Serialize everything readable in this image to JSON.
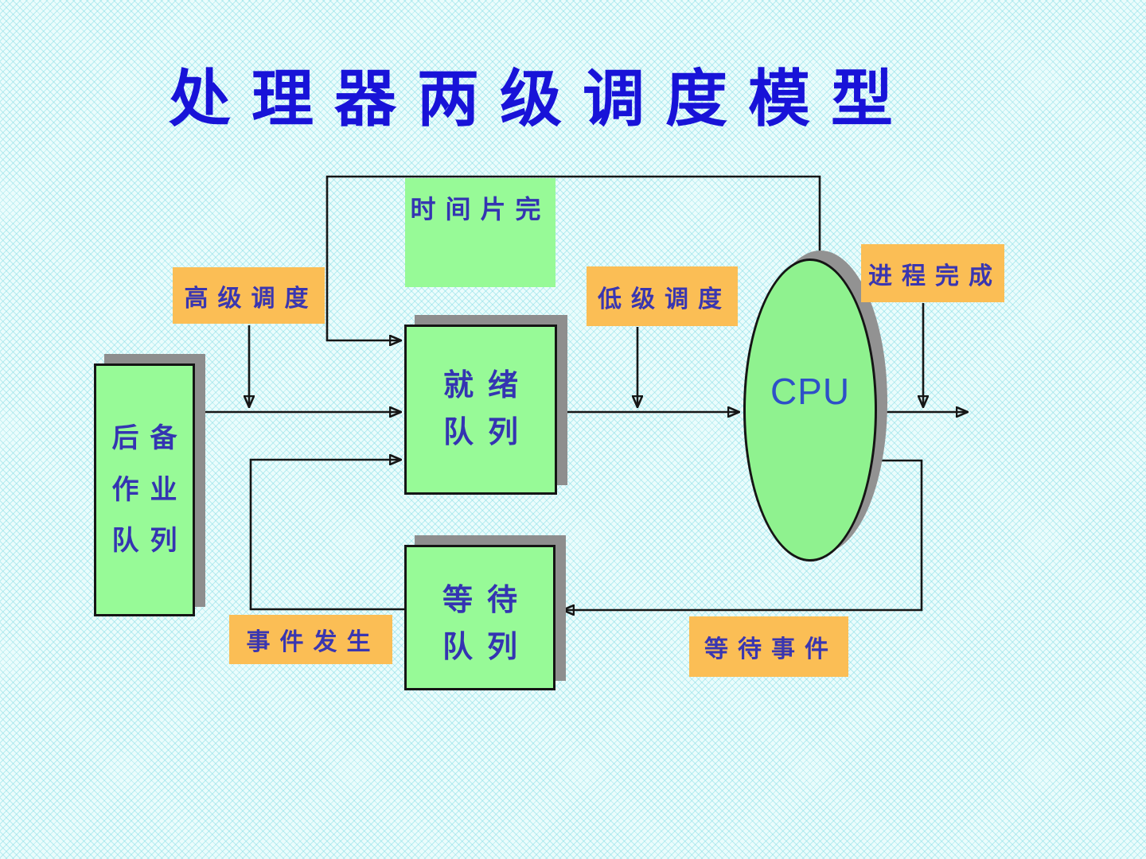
{
  "title": "处理器两级调度模型",
  "nodes": {
    "backup_queue": {
      "lines": [
        "后备",
        "作业",
        "队列"
      ]
    },
    "ready_queue": {
      "lines": [
        "就绪",
        "队列"
      ]
    },
    "wait_queue": {
      "lines": [
        "等待",
        "队列"
      ]
    },
    "timeslice_note": {
      "label": "时间片完"
    },
    "cpu": {
      "label": "CPU"
    }
  },
  "labels": {
    "high_level_scheduling": "高级调度",
    "low_level_scheduling": "低级调度",
    "process_complete": "进程完成",
    "event_occurs": "事件发生",
    "wait_for_event": "等待事件"
  },
  "edges": [
    {
      "name": "job-to-ready",
      "from": "backup_queue",
      "to": "ready_queue"
    },
    {
      "name": "high-level-pointer",
      "from": "high_level_scheduling",
      "to": "job-to-ready-line"
    },
    {
      "name": "timeslice-loop",
      "from": "cpu",
      "to": "ready_queue"
    },
    {
      "name": "event-loop",
      "from": "wait_queue",
      "to": "ready_queue"
    },
    {
      "name": "ready-to-cpu",
      "from": "ready_queue",
      "to": "cpu"
    },
    {
      "name": "low-level-pointer",
      "from": "low_level_scheduling",
      "to": "ready-to-cpu-line"
    },
    {
      "name": "cpu-output",
      "from": "cpu",
      "to": "exit"
    },
    {
      "name": "process-complete-pointer",
      "from": "process_complete",
      "to": "cpu-output-line"
    },
    {
      "name": "cpu-to-wait",
      "from": "cpu",
      "to": "wait_queue"
    }
  ],
  "colors": {
    "background": "#d9f3f6",
    "box_green": "#97fa97",
    "cpu_green": "#8ff28f",
    "label_orange": "#fbbe55",
    "text_blue": "#3434b2",
    "title_blue": "#1813d8",
    "cpu_text_blue": "#2e50c8",
    "line_black": "#161616",
    "shadow_gray": "#8e8e8e"
  }
}
